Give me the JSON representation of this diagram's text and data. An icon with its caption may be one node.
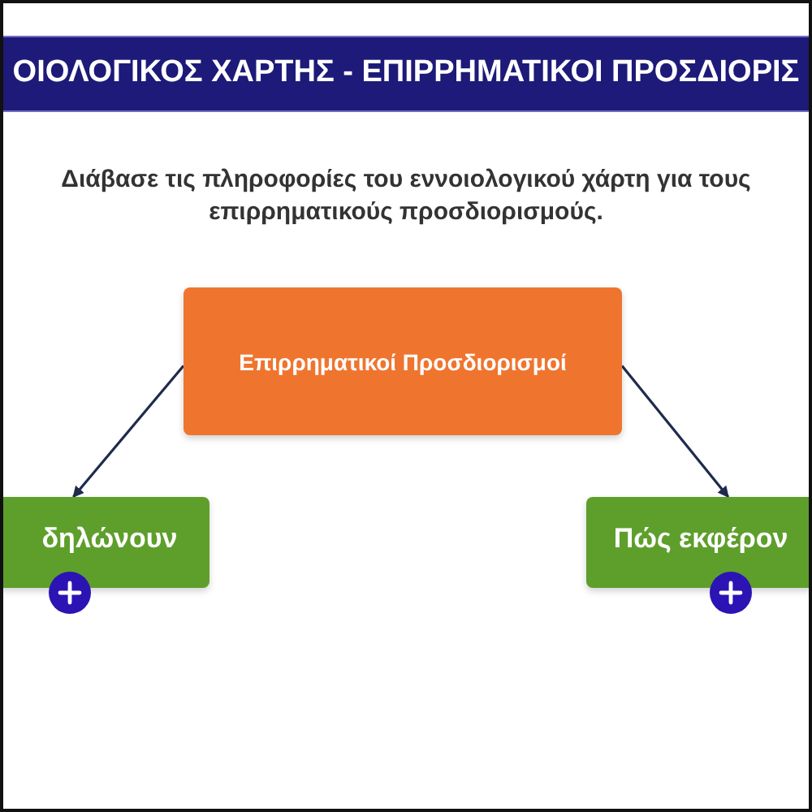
{
  "diagram": {
    "title": "ΟΙΟΛΟΓΙΚΟΣ ΧΑΡΤΗΣ - ΕΠΙΡΡΗΜΑΤΙΚΟΙ ΠΡΟΣΔΙΟΡΙΣ",
    "nodes": [
      {
        "text": [
          "Επιρρηματικοί Προσδιορισμοί"
        ]
      },
      {
        "text": [
          "δηλώνουν"
        ]
      },
      {
        "text": [
          "Πώς εκφέρον"
        ]
      }
    ],
    "edges": [
      {
        "from": 0,
        "to": 1,
        "arrow": "to"
      },
      {
        "from": 0,
        "to": 2,
        "arrow": "to"
      }
    ],
    "labels": [
      "Διάβασε τις πληροφορίες του εννοιολογικού χάρτη για τους επιρρηματικούς προσδιορισμούς."
    ]
  }
}
